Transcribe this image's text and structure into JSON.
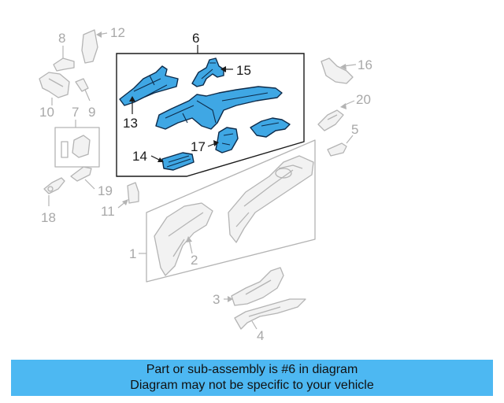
{
  "diagram": {
    "callouts": {
      "n1": "1",
      "n2": "2",
      "n3": "3",
      "n4": "4",
      "n5": "5",
      "n6": "6",
      "n7": "7",
      "n8": "8",
      "n9": "9",
      "n10": "10",
      "n11": "11",
      "n12": "12",
      "n13": "13",
      "n14": "14",
      "n15": "15",
      "n16": "16",
      "n17": "17",
      "n18": "18",
      "n19": "19",
      "n20": "20"
    },
    "highlight_color": "#3fa7e4",
    "ghost_color": "#b4b4b4"
  },
  "banner": {
    "background": "#4db8f2",
    "line1": "Part or sub-assembly is #6 in diagram",
    "line2": "Diagram may not be specific to your vehicle"
  }
}
